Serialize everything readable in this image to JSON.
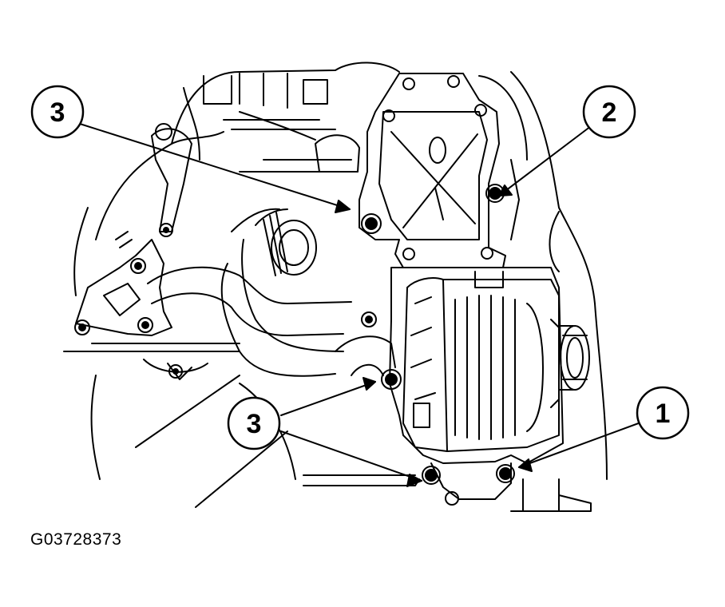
{
  "figure_code": "G03728373",
  "callouts": [
    {
      "id": "callout-3-top",
      "label": "3"
    },
    {
      "id": "callout-2",
      "label": "2"
    },
    {
      "id": "callout-3-bottom",
      "label": "3"
    },
    {
      "id": "callout-1",
      "label": "1"
    }
  ],
  "colors": {
    "ink": "#000000",
    "paper": "#ffffff"
  }
}
